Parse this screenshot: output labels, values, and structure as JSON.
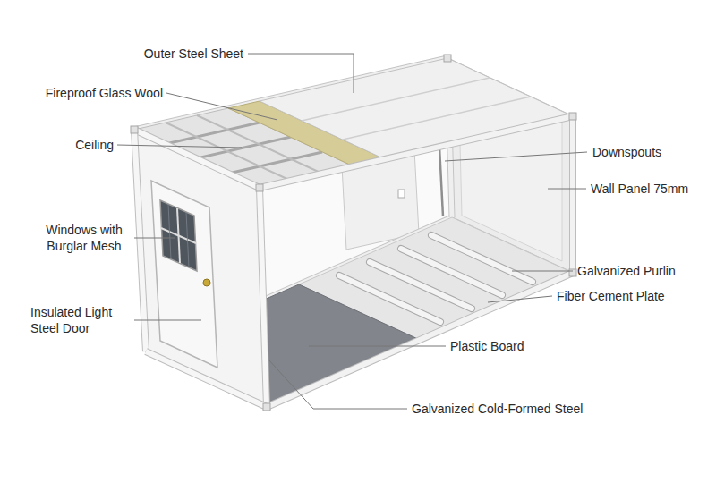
{
  "diagram": {
    "labels": [
      "Outer Steel Sheet",
      "Fireproof Glass Wool",
      "Ceiling",
      "Downspouts",
      "Wall Panel 75mm",
      "Windows with Burglar Mesh",
      "Galvanized Purlin",
      "Fiber Cement Plate",
      "Insulated Light Steel Door",
      "Plastic Board",
      "Galvanized Cold-Formed Steel"
    ]
  }
}
